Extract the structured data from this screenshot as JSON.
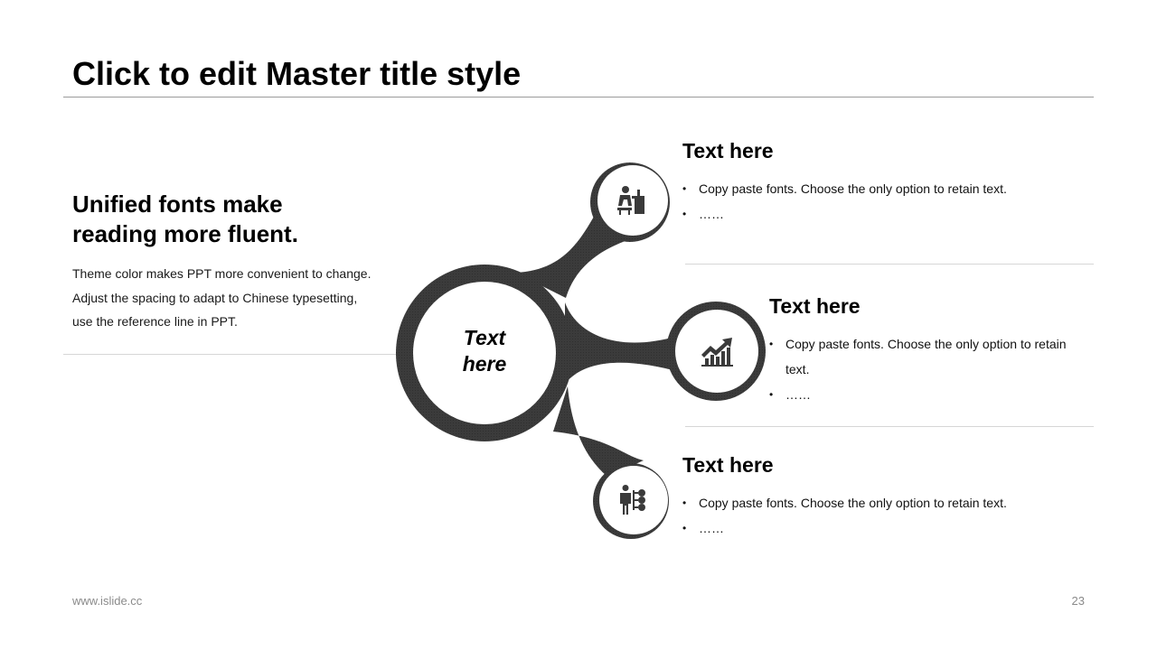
{
  "slide": {
    "title": "Click to edit Master title style"
  },
  "left": {
    "heading_line1": "Unified fonts make",
    "heading_line2": "reading more fluent.",
    "body_lines": [
      "Theme color makes PPT more convenient  to change.",
      "Adjust the spacing to adapt to Chinese typesetting,",
      "use the reference line in PPT."
    ]
  },
  "diagram": {
    "center_label_line1": "Text",
    "center_label_line2": "here",
    "color": "#3a3a3a",
    "icons": [
      "person-at-desk-icon",
      "growth-chart-icon",
      "people-network-icon"
    ]
  },
  "items": [
    {
      "title": "Text here",
      "bullet_line1": "Copy paste fonts. Choose the only option to retain text.",
      "bullet_line2": "",
      "bullet_extra": "……"
    },
    {
      "title": "Text here",
      "bullet_line1": "Copy paste fonts. Choose the only option to retain",
      "bullet_line2": "text.",
      "bullet_extra": "……"
    },
    {
      "title": "Text here",
      "bullet_line1": "Copy paste fonts. Choose the only option to retain text.",
      "bullet_line2": "",
      "bullet_extra": "……"
    }
  ],
  "footer": {
    "url": "www.islide.cc",
    "page": "23"
  }
}
